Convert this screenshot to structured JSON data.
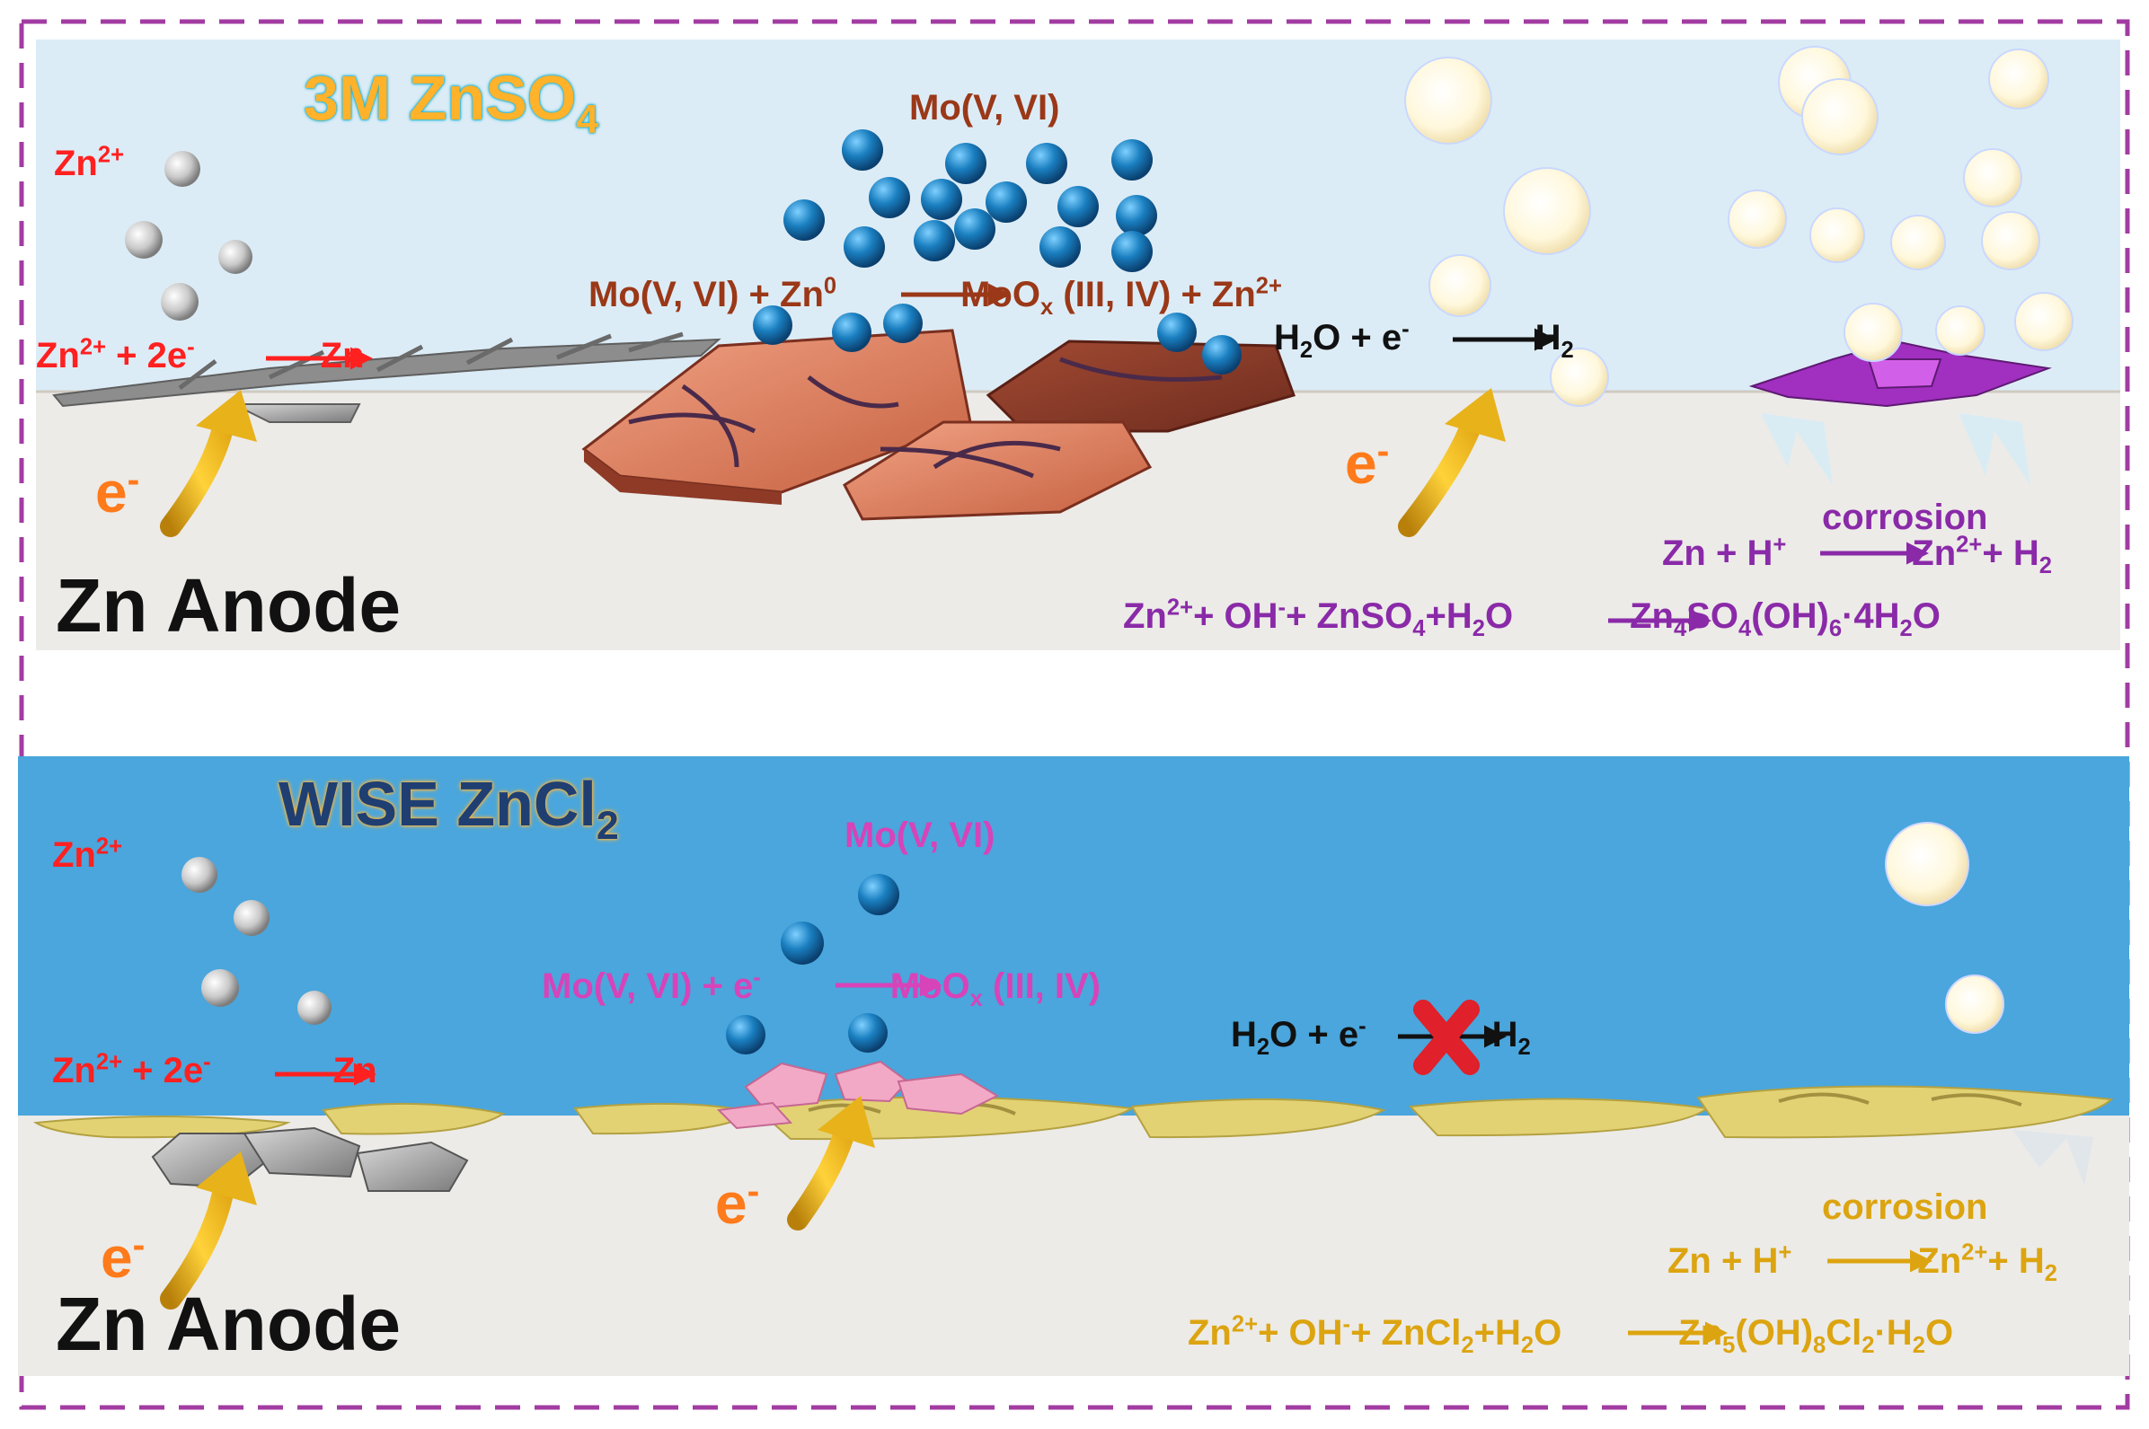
{
  "top": {
    "title": "3M ZnSO4",
    "zn_ion": "Zn2+",
    "mo_species": "Mo(V, VI)",
    "zn_deposition": "Zn2+ + 2e- → Zn",
    "mo_reaction": "Mo(V, VI) + Zn0 → MoOx (III, IV) + Zn2+",
    "her": "H2O + e- → H2",
    "electron": "e-",
    "corrosion_label": "corrosion",
    "corrosion_reaction": "Zn + H+ → Zn2+ + H2",
    "byproduct_reaction": "Zn2+ + OH- + ZnSO4 + H2O → Zn4SO4(OH)6·4H2O",
    "anode": "Zn Anode"
  },
  "bottom": {
    "title": "WISE ZnCl2",
    "zn_ion": "Zn2+",
    "mo_species": "Mo(V, VI)",
    "zn_deposition": "Zn2+ + 2e- → Zn",
    "mo_reaction": "Mo(V, VI) + e- → MoOx (III, IV)",
    "her": "H2O + e- ✗ H2 (suppressed)",
    "electron": "e-",
    "corrosion_label": "corrosion",
    "corrosion_reaction": "Zn + H+ → Zn2+ + H2",
    "byproduct_reaction": "Zn2+ + OH- + ZnCl2 + H2O → Zn5(OH)8Cl2·H2O",
    "anode": "Zn Anode"
  },
  "colors": {
    "dilute_electrolyte": "#dcecf6",
    "wise_electrolyte": "#4aa6dc",
    "anode": "#ecebe8",
    "border_dash": "#a23ca2",
    "deposition_red": "#ff2020",
    "mo_brown": "#9a3818",
    "mo_pink": "#d743b9",
    "corrosion_purple": "#8a2aa8",
    "corrosion_gold": "#dca410",
    "electron_orange": "#ff7a1a",
    "mo_ion_blue": "#1a7fc0"
  },
  "icons": [
    "zn-ion-sphere",
    "mo-ion-sphere",
    "hydrogen-bubble",
    "electron-flow-arrow",
    "dendrite",
    "moox-flake",
    "interphase-layer",
    "blocked-cross"
  ]
}
